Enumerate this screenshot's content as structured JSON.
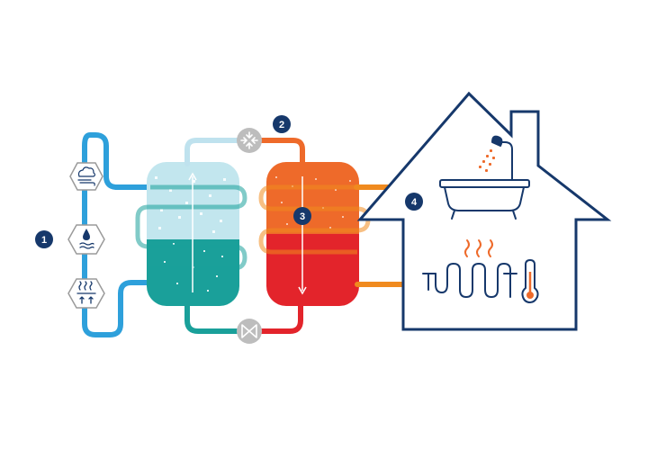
{
  "colors": {
    "navy": "#16386b",
    "light_blue_pipe": "#bfe2ee",
    "blue_pipe": "#2ea0db",
    "teal": "#1aa09a",
    "teal_dark": "#168f8a",
    "ice": "#c2e6ee",
    "orange": "#ee6a2a",
    "orange_pipe": "#f08a1e",
    "red": "#e3242b",
    "gray_valve": "#bdbdbd",
    "hex_border": "#9a9a9a"
  },
  "badges": [
    "1",
    "2",
    "3",
    "4"
  ],
  "icons": {
    "source_air": "cloud-wind-icon",
    "source_water": "water-drop-waves-icon",
    "source_ground": "heat-waves-up-icon",
    "compressor": "compressor-arrows-icon",
    "expansion_valve": "expansion-valve-icon",
    "hot_water": "bathtub-shower-icon",
    "underfloor_heating": "underfloor-heating-icon",
    "thermometer": "thermometer-icon"
  }
}
